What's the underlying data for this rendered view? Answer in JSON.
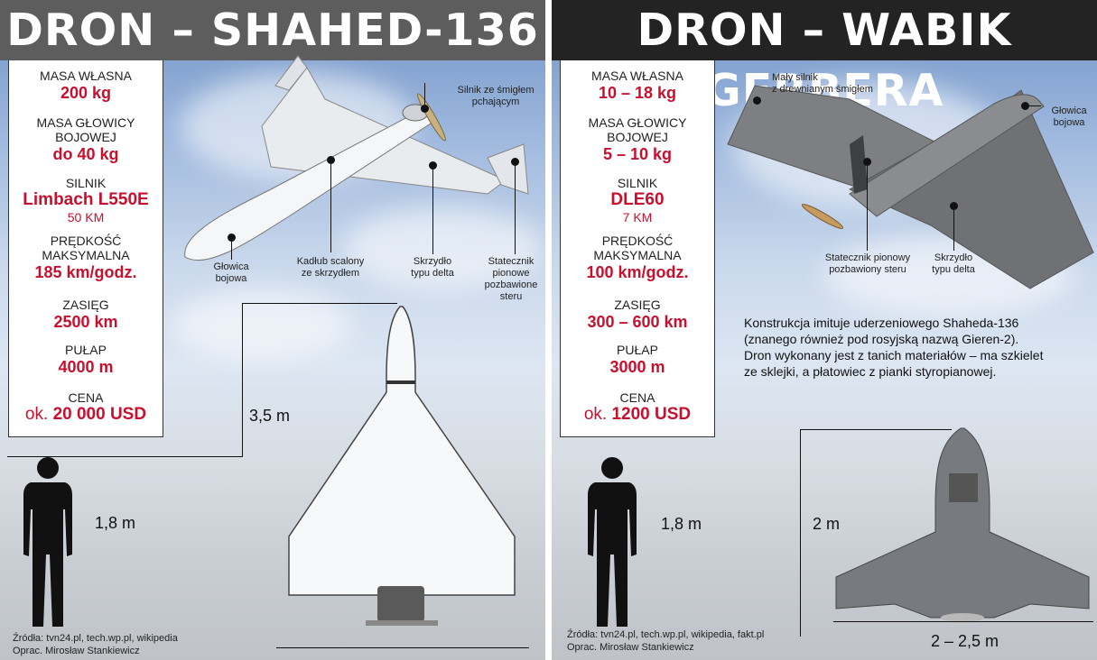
{
  "colors": {
    "accent": "#c8102e",
    "left_title_bg": "#5d5d5d",
    "right_title_bg": "#232323"
  },
  "left": {
    "title": "DRON – SHAHED-136",
    "specs": {
      "mass_label": "MASA WŁASNA",
      "mass_value": "200 kg",
      "warhead_label_1": "MASA GŁOWICY",
      "warhead_label_2": "BOJOWEJ",
      "warhead_value": "do 40 kg",
      "engine_label": "SILNIK",
      "engine_value": "Limbach L550E",
      "engine_power": "50 KM",
      "speed_label_1": "PRĘDKOŚĆ",
      "speed_label_2": "MAKSYMALNA",
      "speed_value": "185 km/godz.",
      "range_label": "ZASIĘG",
      "range_value": "2500 km",
      "ceiling_label": "PUŁAP",
      "ceiling_value": "4000 m",
      "price_label": "CENA",
      "price_prefix": "ok.",
      "price_value": "20 000 USD"
    },
    "callouts": {
      "engine_1": "Silnik ze śmigłem",
      "engine_2": "pchającym",
      "warhead_1": "Głowica",
      "warhead_2": "bojowa",
      "fuselage_1": "Kadłub scalony",
      "fuselage_2": "ze skrzydłem",
      "wing_1": "Skrzydło",
      "wing_2": "typu delta",
      "stab_1": "Statecznik",
      "stab_2": "pionowe",
      "stab_3": "pozbawione",
      "stab_4": "steru"
    },
    "human_height": "1,8 m",
    "length": "3,5 m",
    "sources_1": "Źródła: tvn24.pl, tech.wp.pl, wikipedia",
    "sources_2": "Oprac. Mirosław Stankiewicz"
  },
  "right": {
    "title": "DRON – WABIK GERBERA",
    "specs": {
      "mass_label": "MASA WŁASNA",
      "mass_value": "10 – 18 kg",
      "warhead_label_1": "MASA GŁOWICY",
      "warhead_label_2": "BOJOWEJ",
      "warhead_value": "5 – 10 kg",
      "engine_label": "SILNIK",
      "engine_value": "DLE60",
      "engine_power": "7 KM",
      "speed_label_1": "PRĘDKOŚĆ",
      "speed_label_2": "MAKSYMALNA",
      "speed_value": "100 km/godz.",
      "range_label": "ZASIĘG",
      "range_value": "300 – 600 km",
      "ceiling_label": "PUŁAP",
      "ceiling_value": "3000 m",
      "price_label": "CENA",
      "price_prefix": "ok.",
      "price_value": "1200 USD"
    },
    "callouts": {
      "engine_1": "Mały silnik",
      "engine_2": "z drewnianym śmigłem",
      "warhead_1": "Głowica",
      "warhead_2": "bojowa",
      "stab_1": "Statecznik pionowy",
      "stab_2": "pozbawiony steru",
      "wing_1": "Skrzydło",
      "wing_2": "typu delta"
    },
    "description": [
      "Konstrukcja  imituje uderzeniowego Shaheda-136",
      "(znanego również pod rosyjską nazwą Gieren-2).",
      "Dron wykonany jest z tanich materiałów – ma szkielet",
      "ze sklejki, a płatowiec z pianki styropianowej."
    ],
    "human_height": "1,8 m",
    "length": "2 m",
    "span": "2 – 2,5 m",
    "sources_1": "Źródła: tvn24.pl, tech.wp.pl, wikipedia, fakt.pl",
    "sources_2": "Oprac. Mirosław Stankiewicz"
  }
}
